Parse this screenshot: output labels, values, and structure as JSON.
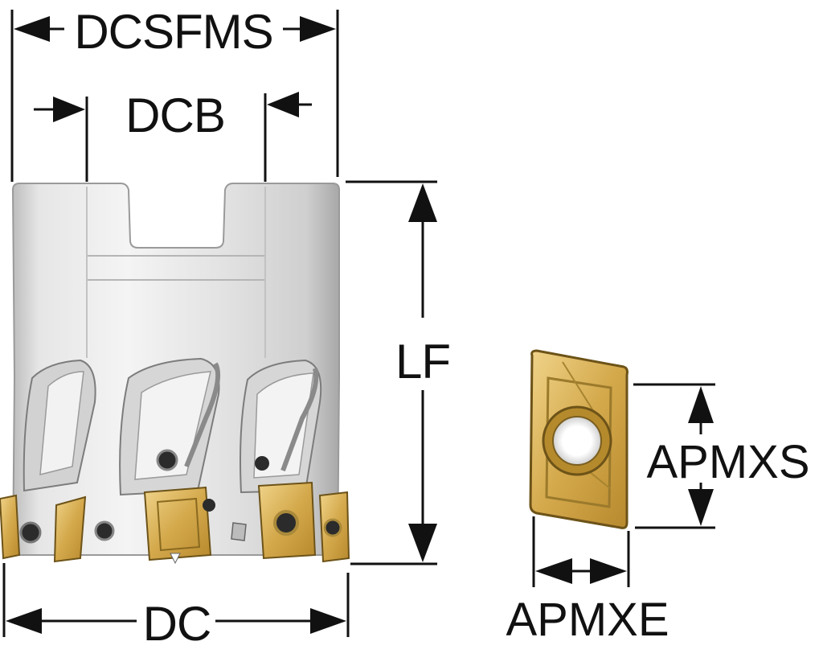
{
  "labels": {
    "dcsfms": "DCSFMS",
    "dcb": "DCB",
    "lf": "LF",
    "dc": "DC",
    "apmxs": "APMXS",
    "apmxe": "APMXE"
  },
  "colors": {
    "body_light": "#ececec",
    "body_mid": "#c9c9c9",
    "body_dark": "#8f8f8f",
    "insert_gold": "#d9b35a",
    "insert_dark": "#8a6a20",
    "line": "#111111"
  },
  "icons": {
    "tool": "milling-cutter-illustration",
    "insert": "cutting-insert-illustration"
  }
}
